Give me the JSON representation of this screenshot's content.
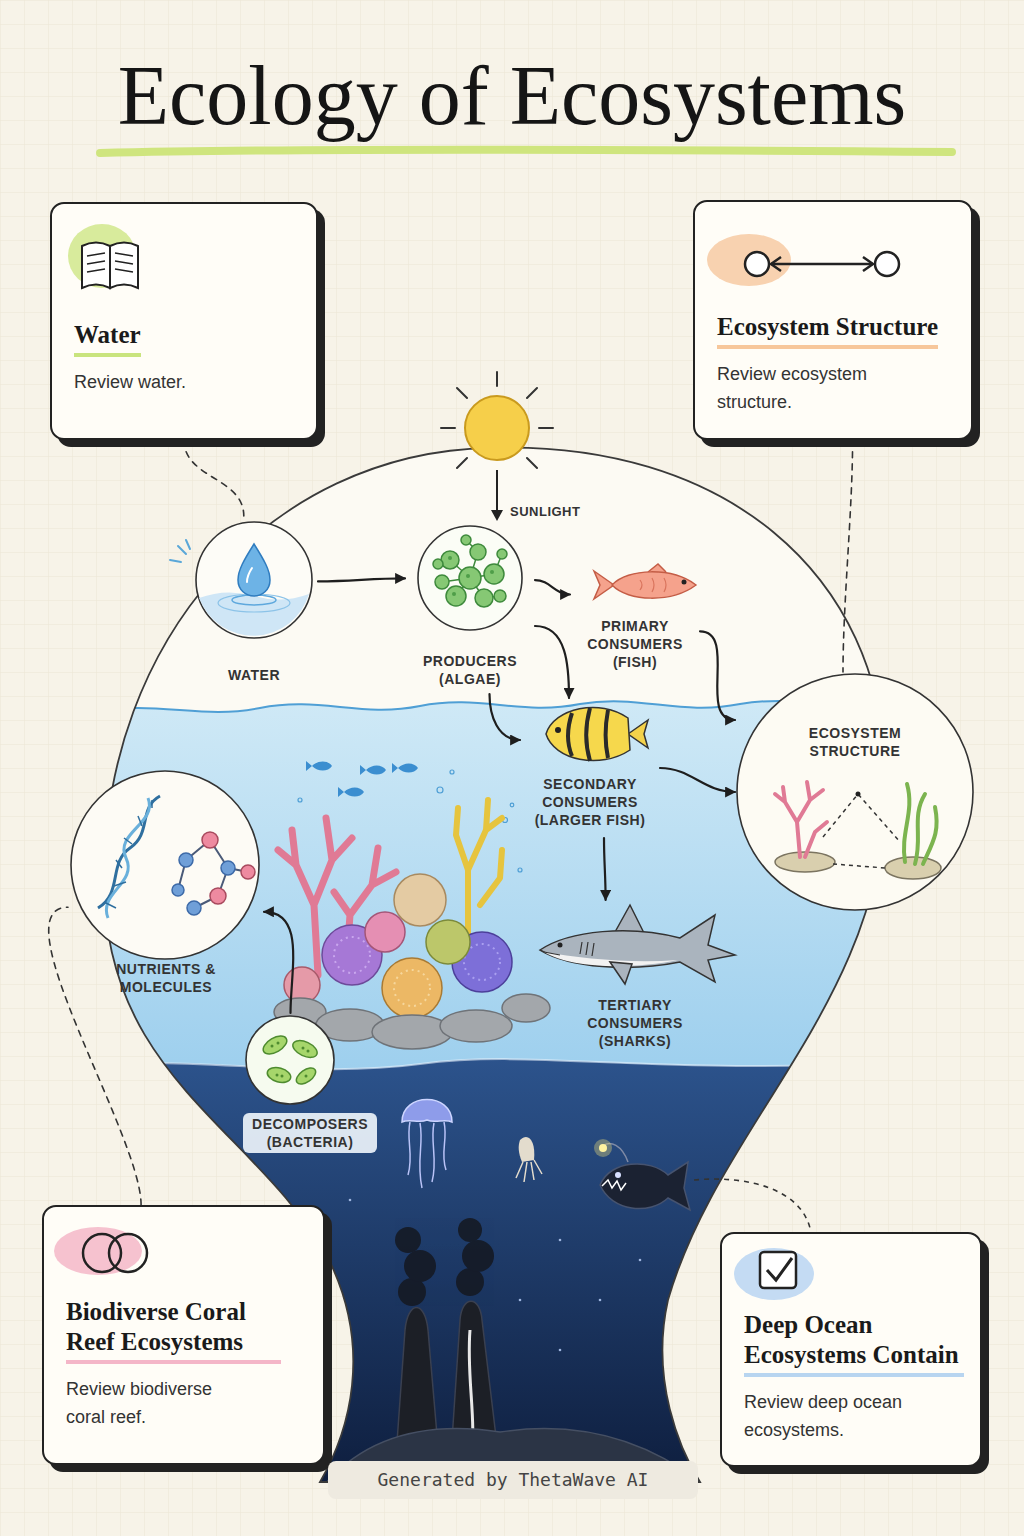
{
  "diagram": {
    "title": "Ecology of Ecosystems",
    "nodes": [
      {
        "text": [
          "Water",
          "Review water."
        ]
      },
      {
        "text": [
          "Ecosystem Structure",
          "Review ecosystem structure."
        ]
      },
      {
        "text": [
          "WATER"
        ]
      },
      {
        "text": [
          "PRODUCERS (ALGAE)"
        ]
      },
      {
        "text": [
          "PRIMARY CONSUMERS (FISH)"
        ]
      },
      {
        "text": [
          "SECONDARY CONSUMERS (LARGER FISH)"
        ]
      },
      {
        "text": [
          "ECOSYSTEM STRUCTURE"
        ]
      },
      {
        "text": [
          "NUTRIENTS & MOLECULES"
        ]
      },
      {
        "text": [
          "TERTIARY CONSUMERS (SHARKS)"
        ]
      },
      {
        "text": [
          "DECOMPOSERS (BACTERIA)"
        ]
      },
      {
        "text": [
          "Biodiverse Coral Reef Ecosystems",
          "Review biodiverse coral reef."
        ]
      },
      {
        "text": [
          "Deep Ocean Ecosystems Contain",
          "Review deep ocean ecosystems."
        ]
      }
    ],
    "edges": [
      {
        "from": 0,
        "to": 2,
        "arrow": "none"
      },
      {
        "from": 1,
        "to": 6,
        "arrow": "none"
      },
      {
        "from": 2,
        "to": 3,
        "arrow": "to"
      },
      {
        "from": 3,
        "to": 4,
        "arrow": "to"
      },
      {
        "from": 3,
        "to": 5,
        "arrow": "to"
      },
      {
        "from": 3,
        "to": 5,
        "arrow": "to"
      },
      {
        "from": 4,
        "to": 6,
        "arrow": "to"
      },
      {
        "from": 5,
        "to": 6,
        "arrow": "to"
      },
      {
        "from": 5,
        "to": 8,
        "arrow": "to"
      },
      {
        "from": 9,
        "to": 7,
        "arrow": "to"
      },
      {
        "from": 10,
        "to": 7,
        "arrow": "none"
      }
    ],
    "labels": [
      "SUNLIGHT",
      "Generated by ThetaWave AI"
    ]
  }
}
